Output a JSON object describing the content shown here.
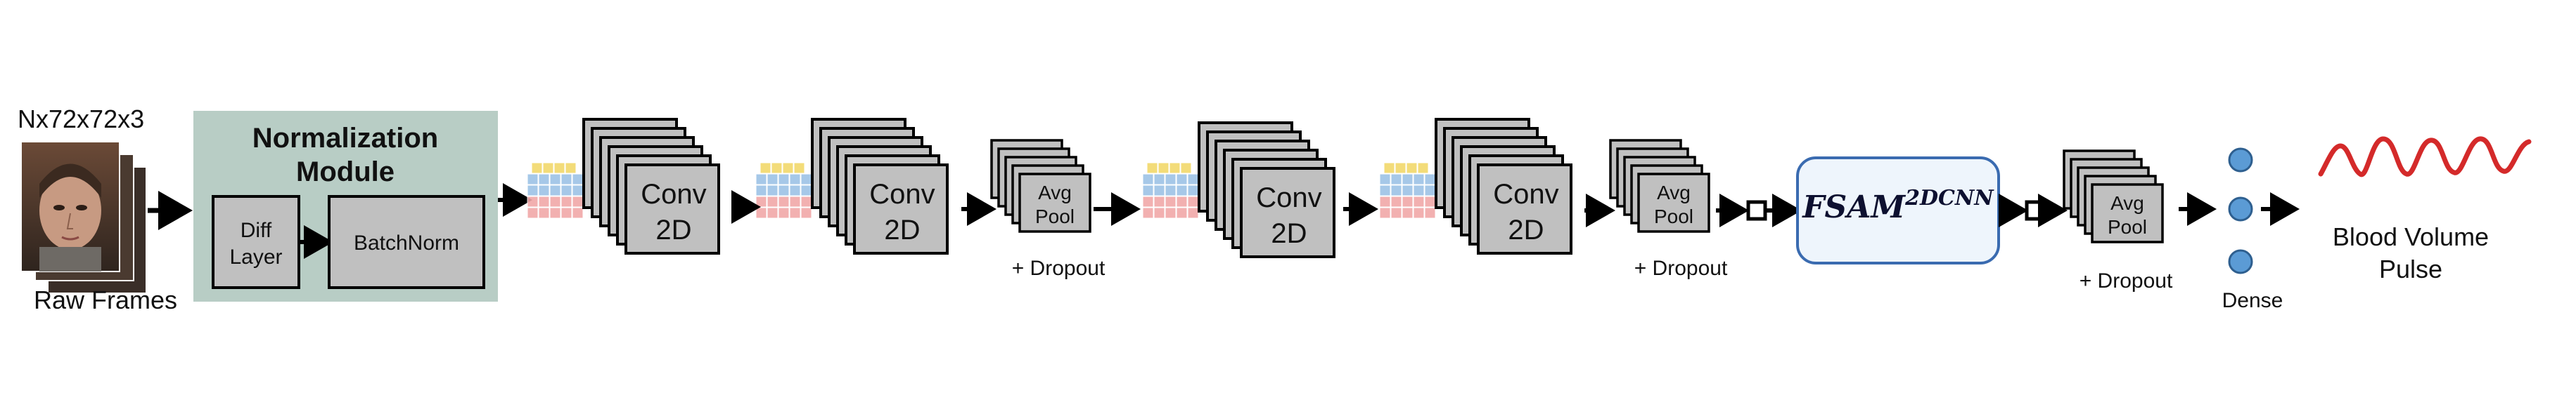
{
  "input": {
    "shape_label": "Nx72x72x3",
    "caption": "Raw Frames"
  },
  "normalization": {
    "title_line1": "Normalization",
    "title_line2": "Module",
    "diff_line1": "Diff",
    "diff_line2": "Layer",
    "batchnorm": "BatchNorm",
    "bg_color": "#b8cdc5"
  },
  "conv_blocks": [
    {
      "line1": "Conv",
      "line2": "2D"
    },
    {
      "line1": "Conv",
      "line2": "2D"
    },
    {
      "line1": "Conv",
      "line2": "2D"
    },
    {
      "line1": "Conv",
      "line2": "2D"
    }
  ],
  "pool_blocks": [
    {
      "line1": "Avg",
      "line2": "Pool",
      "caption": "+ Dropout"
    },
    {
      "line1": "Avg",
      "line2": "Pool",
      "caption": "+ Dropout"
    },
    {
      "line1": "Avg",
      "line2": "Pool",
      "caption": "+ Dropout"
    }
  ],
  "fsam": {
    "main": "FSAM",
    "superscript": "2DCNN",
    "bg_color": "#eef5fc",
    "border_color": "#3a6bb0"
  },
  "dense": {
    "caption": "Dense",
    "node_color": "#5b9bd5"
  },
  "output": {
    "line1": "Blood Volume",
    "line2": "Pulse",
    "wave_color": "#d42a2a"
  },
  "colors": {
    "block_fill": "#c0c0c0",
    "block_stroke": "#000000",
    "cube_yellow": "#f2d96b",
    "cube_blue": "#9dc3e6",
    "cube_red": "#f1a8a8"
  }
}
